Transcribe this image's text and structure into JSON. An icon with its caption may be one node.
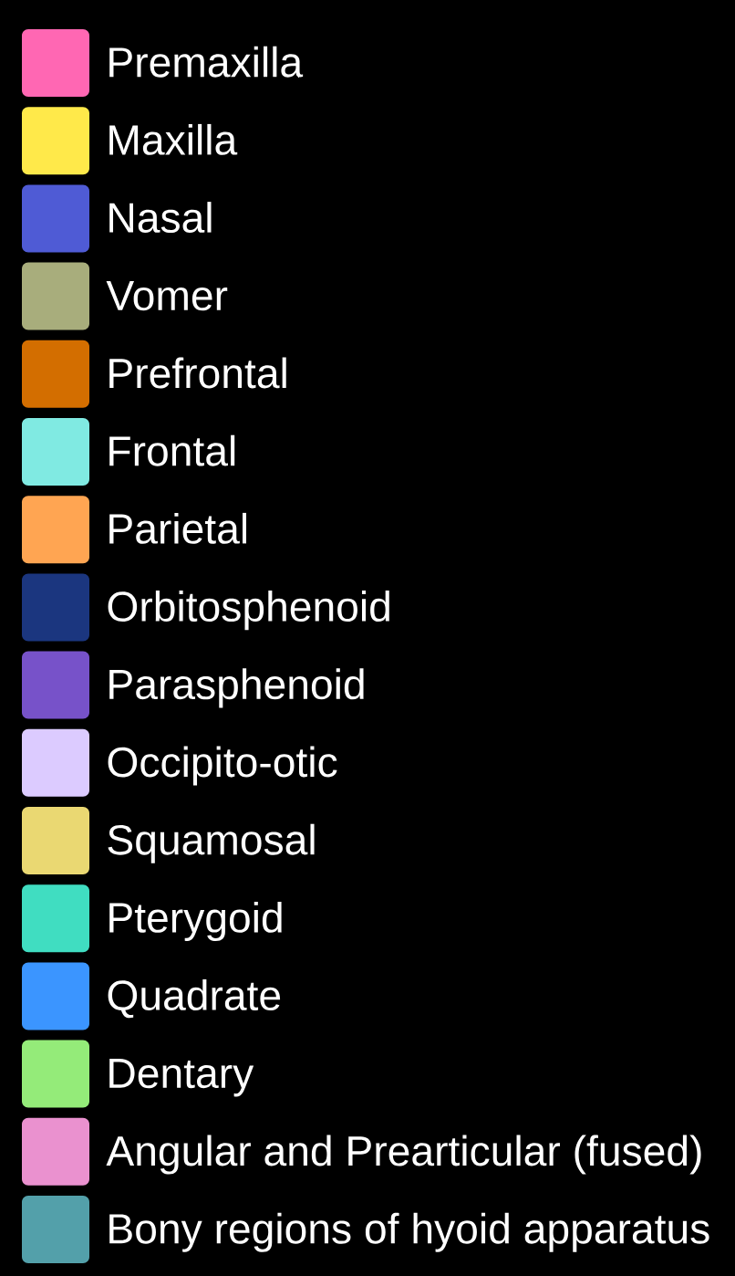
{
  "diagram": {
    "legend": [
      {
        "text": "Premaxilla",
        "color": "#ff67b3"
      },
      {
        "text": "Maxilla",
        "color": "#ffe94a"
      },
      {
        "text": "Nasal",
        "color": "#4f5bd5"
      },
      {
        "text": "Vomer",
        "color": "#a8ad7c"
      },
      {
        "text": "Prefrontal",
        "color": "#d36e00"
      },
      {
        "text": "Frontal",
        "color": "#80eae2"
      },
      {
        "text": "Parietal",
        "color": "#ffa552"
      },
      {
        "text": "Orbitosphenoid",
        "color": "#1b367f"
      },
      {
        "text": "Parasphenoid",
        "color": "#7752c9"
      },
      {
        "text": "Occipito-otic",
        "color": "#dccbff"
      },
      {
        "text": "Squamosal",
        "color": "#ead872"
      },
      {
        "text": "Pterygoid",
        "color": "#40ddc1"
      },
      {
        "text": "Quadrate",
        "color": "#3b95ff"
      },
      {
        "text": "Dentary",
        "color": "#94eb79"
      },
      {
        "text": "Angular and Prearticular (fused)",
        "color": "#ea91cf"
      },
      {
        "text": "Bony regions of hyoid apparatus",
        "color": "#53a0aa"
      }
    ]
  }
}
